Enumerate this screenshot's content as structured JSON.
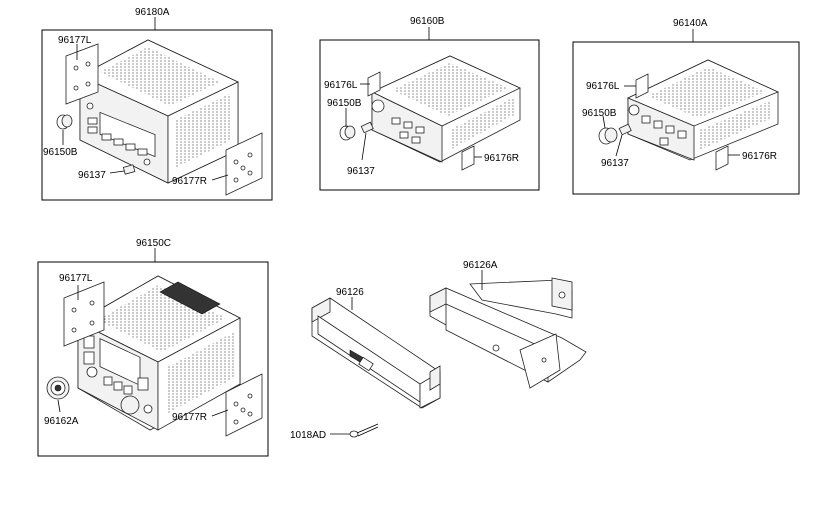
{
  "labels": {
    "g1_title": "96180A",
    "g1_bracket_l": "96177L",
    "g1_knob": "96150B",
    "g1_knob2": "96137",
    "g1_bracket_r": "96177R",
    "g2_title": "96160B",
    "g2_bracket_l": "96176L",
    "g2_knob": "96150B",
    "g2_knob2": "96137",
    "g2_bracket_r": "96176R",
    "g3_title": "96140A",
    "g3_bracket_l": "96176L",
    "g3_knob": "96150B",
    "g3_knob2": "96137",
    "g3_bracket_r": "96176R",
    "g4_title": "96150C",
    "g4_bracket_l": "96177L",
    "g4_knob": "96162A",
    "g4_bracket_r": "96177R",
    "housing": "96126",
    "bracket": "96126A",
    "screw": "1018AD"
  }
}
